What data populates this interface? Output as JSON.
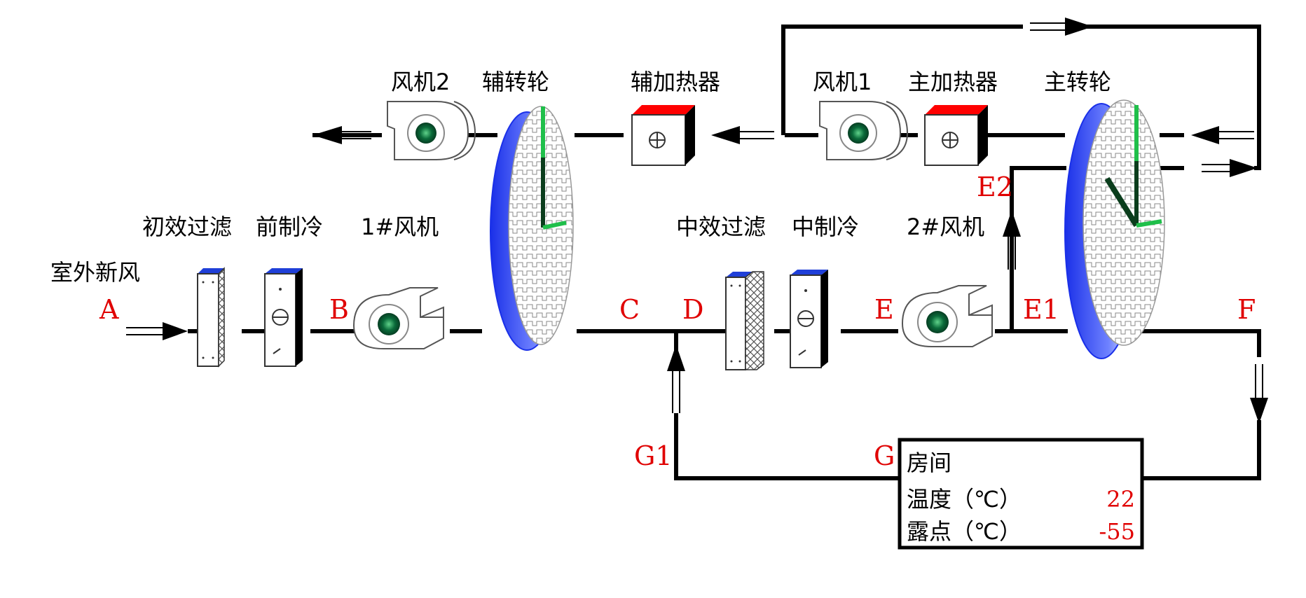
{
  "labels": {
    "outdoor_air": "室外新风",
    "primary_filter": "初效过滤",
    "pre_cooling": "前制冷",
    "fan_1h": "1#风机",
    "fan2_top": "风机2",
    "aux_wheel": "辅转轮",
    "aux_heater": "辅加热器",
    "fan1_top": "风机1",
    "main_heater": "主加热器",
    "main_wheel": "主转轮",
    "mid_filter": "中效过滤",
    "mid_cooling": "中制冷",
    "fan_2h": "2#风机"
  },
  "points": {
    "A": "A",
    "B": "B",
    "C": "C",
    "D": "D",
    "E": "E",
    "E1": "E1",
    "E2": "E2",
    "F": "F",
    "G": "G",
    "G1": "G1"
  },
  "room": {
    "title": "房间",
    "temp_label": "温度（℃）",
    "temp_value": "22",
    "dew_label": "露点（℃）",
    "dew_value": "-55"
  },
  "colors": {
    "point_label": "#e00000",
    "heater_top": "#ff0000",
    "filter_top": "#1f3fd8",
    "wheel_blue": "#2a3ff0",
    "fan_center": "#0a6b3a",
    "wheel_spoke": "#1fbf4a"
  }
}
